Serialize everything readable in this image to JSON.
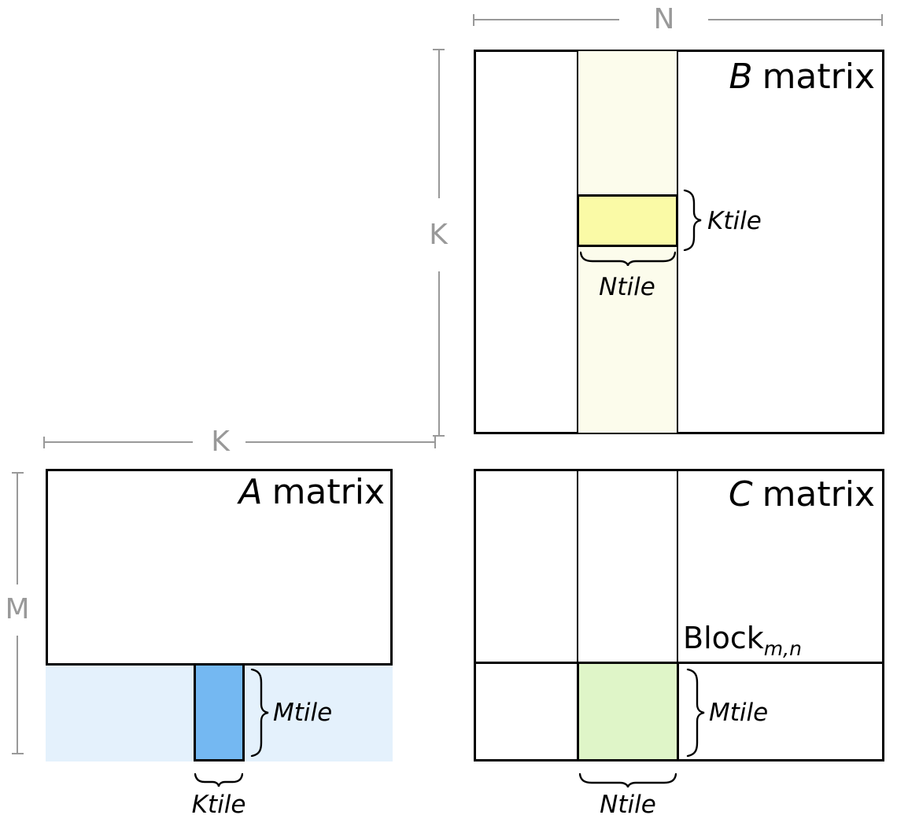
{
  "colors": {
    "black": "#000000",
    "dimension_gray": "#999999",
    "b_stripe_fill": "#FCFCEC",
    "b_tile_fill": "#FAFAA6",
    "a_stripe_fill": "#E4F1FC",
    "a_tile_fill": "#74B8F2",
    "c_tile_fill": "#DFF5C8"
  },
  "b_matrix": {
    "title_letter": "B",
    "title_word": "matrix",
    "dim_top_label": "N",
    "dim_side_label": "K",
    "tile_height_label": "Ktile",
    "tile_width_label": "Ntile"
  },
  "a_matrix": {
    "title_letter": "A",
    "title_word": "matrix",
    "dim_top_label": "K",
    "dim_side_label": "M",
    "tile_height_label": "Mtile",
    "tile_width_label": "Ktile"
  },
  "c_matrix": {
    "title_letter": "C",
    "title_word": "matrix",
    "block_label": "Block",
    "block_subscript": "m,n",
    "tile_height_label": "Mtile",
    "tile_width_label": "Ntile"
  }
}
